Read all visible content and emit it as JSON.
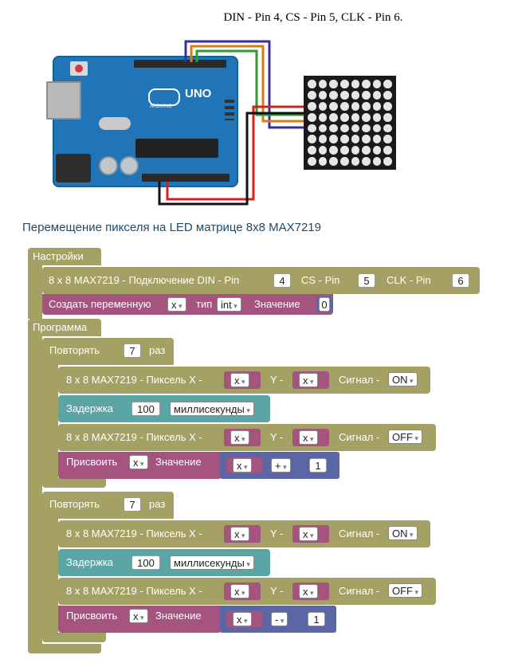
{
  "caption_top": "DIN - Pin 4, CS - Pin 5, CLK - Pin 6.",
  "caption_mid": "Перемещение пикселя на LED матрице 8x8 MAX7219",
  "board": {
    "logo": "UNO",
    "sub": "ARDUINO"
  },
  "setup": {
    "title": "Настройки",
    "connect_label": "8 x 8 MAX7219 - Подключение DIN - Pin",
    "din": "4",
    "cs_label": "CS - Pin",
    "cs": "5",
    "clk_label": "CLK - Pin",
    "clk": "6",
    "var_create": "Создать переменную",
    "var_name": "x",
    "type_label": "тип",
    "type_value": "int",
    "value_label": "Значение",
    "value": "0"
  },
  "program": {
    "title": "Программа",
    "repeat_label": "Повторять",
    "times_label": "раз",
    "loops": [
      {
        "repeat_count": "7",
        "pixel_on": {
          "label": "8 x 8 MAX7219 - Пиксель X -",
          "x": "x",
          "y_label": "Y -",
          "y": "x",
          "signal_label": "Сигнал -",
          "signal": "ON"
        },
        "delay": {
          "label": "Задержка",
          "value": "100",
          "unit": "миллисекунды"
        },
        "pixel_off": {
          "label": "8 x 8 MAX7219 - Пиксель X -",
          "x": "x",
          "y_label": "Y -",
          "y": "x",
          "signal_label": "Сигнал -",
          "signal": "OFF"
        },
        "assign": {
          "label": "Присвоить",
          "var": "x",
          "value_label": "Значение",
          "left": "x",
          "op": "+",
          "right": "1"
        }
      },
      {
        "repeat_count": "7",
        "pixel_on": {
          "label": "8 x 8 MAX7219 - Пиксель X -",
          "x": "x",
          "y_label": "Y -",
          "y": "x",
          "signal_label": "Сигнал -",
          "signal": "ON"
        },
        "delay": {
          "label": "Задержка",
          "value": "100",
          "unit": "миллисекунды"
        },
        "pixel_off": {
          "label": "8 x 8 MAX7219 - Пиксель X -",
          "x": "x",
          "y_label": "Y -",
          "y": "x",
          "signal_label": "Сигнал -",
          "signal": "OFF"
        },
        "assign": {
          "label": "Присвоить",
          "var": "x",
          "value_label": "Значение",
          "left": "x",
          "op": "-",
          "right": "1"
        }
      }
    ]
  },
  "colors": {
    "olive": "#a5a064",
    "teal": "#5ba5a5",
    "pink": "#a5537f",
    "indigo": "#5b67a5",
    "wire_din": "#3a2f9a",
    "wire_cs": "#e07a10",
    "wire_clk": "#2f9a2f"
  }
}
